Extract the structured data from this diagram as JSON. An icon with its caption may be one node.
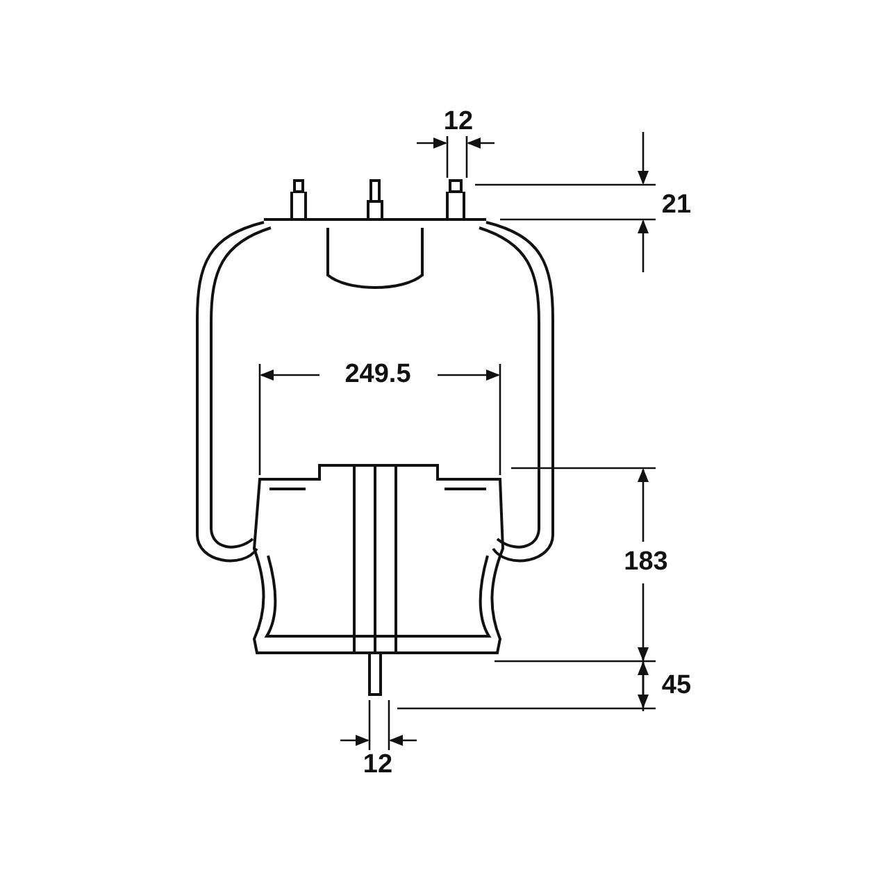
{
  "diagram": {
    "labels": [
      "12",
      "21",
      "249.5",
      "183",
      "45",
      "12"
    ]
  }
}
